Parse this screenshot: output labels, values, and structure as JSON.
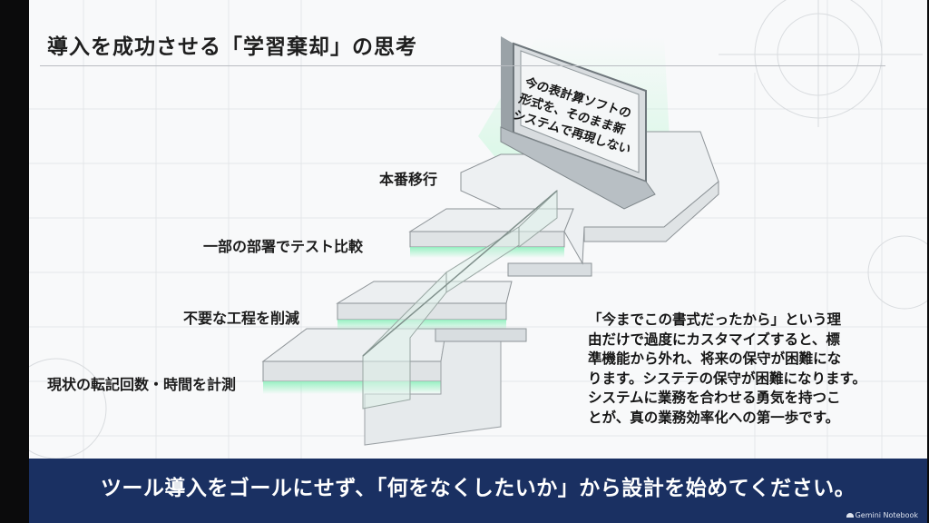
{
  "slide": {
    "title": "導入を成功させる「学習棄却」の思考",
    "steps": [
      {
        "label": "現状の転記回数・時間を計測"
      },
      {
        "label": "不要な工程を削減"
      },
      {
        "label": "一部の部署でテスト比較"
      },
      {
        "label": "本番移行"
      }
    ],
    "sign_lines": [
      "今の表計算ソフトの",
      "形式を、そのまま新",
      "システムで再現しない"
    ],
    "body_lines": [
      "「今までこの書式だったから」という理",
      "由だけで過度にカスタマイズすると、標",
      "準機能から外れ、将来の保守が困難にな",
      "ります。システテの保守が困難になります。",
      "システムに業務を合わせる勇気を持つこ",
      "とが、真の業務効率化への第一歩です。"
    ]
  },
  "footer": {
    "message": "ツール導入をゴールにせず、「何をなくしたいか」から設計を始めてください。",
    "badge": "Gemini Notebook"
  },
  "colors": {
    "footer_bar": "#1a3062",
    "glow": "#8ff0bd",
    "paper": "#f8f9fa"
  }
}
